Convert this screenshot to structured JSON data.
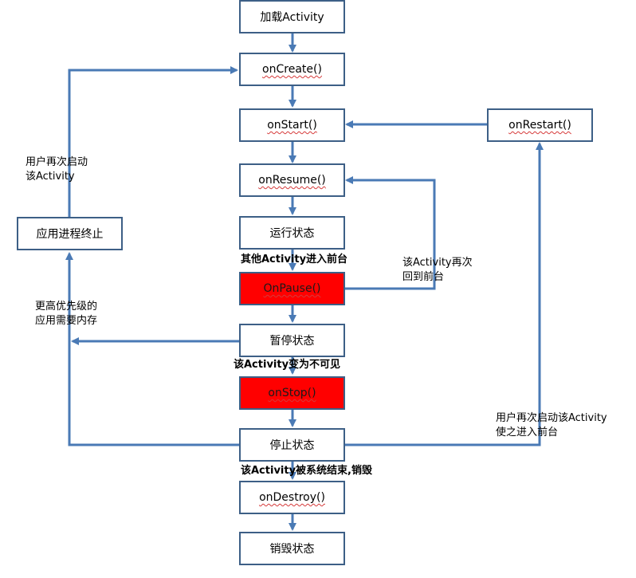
{
  "nodes": {
    "load": "加载Activity",
    "oncreate": "onCreate()",
    "onstart": "onStart()",
    "onrestart": "onRestart()",
    "onresume": "onResume()",
    "running": "运行状态",
    "app_killed": "应用进程终止",
    "onpause": "OnPause()",
    "paused": "暂停状态",
    "onstop": "onStop()",
    "stopped": "停止状态",
    "ondestroy": "onDestroy()",
    "destroyed": "销毁状态"
  },
  "labels": {
    "user_restart_line1": "用户再次启动",
    "user_restart_line2": "该Activity",
    "other_foreground": "其他Activity进入前台",
    "back_foreground_line1": "该Activity再次",
    "back_foreground_line2": "回到前台",
    "high_priority_line1": "更高优先级的",
    "high_priority_line2": "应用需要内存",
    "invisible": "该Activity变为不可见",
    "user_restart_fg_line1": "用户再次启动该Activity",
    "user_restart_fg_line2": "使之进入前台",
    "destroyed_by_system": "该Activity被系统结束,销毁"
  },
  "colors": {
    "border": "#3d5f86",
    "arrow": "#4a7ab5",
    "highlight": "#ff0000"
  }
}
